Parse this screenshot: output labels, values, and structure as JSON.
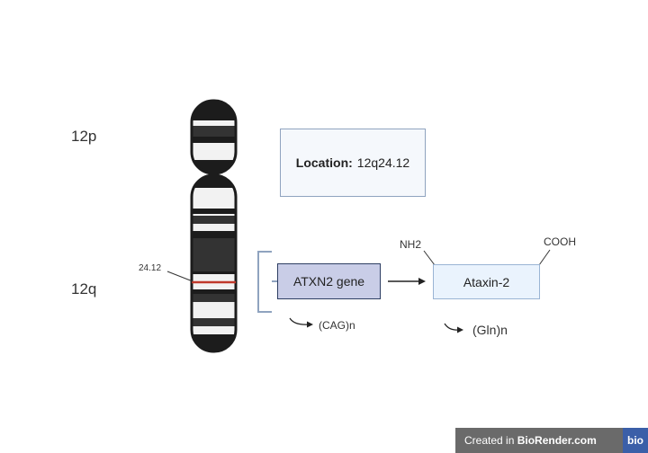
{
  "chromosome": {
    "arm_p_label": "12p",
    "arm_q_label": "12q",
    "band_label": "24.12",
    "highlight_color": "#c0392b"
  },
  "location": {
    "label": "Location:",
    "value": "12q24.12"
  },
  "gene": {
    "label": "ATXN2 gene",
    "repeat": "(CAG)n"
  },
  "protein": {
    "label": "Ataxin-2",
    "n_terminus": "NH2",
    "c_terminus": "COOH",
    "repeat": "(Gln)n"
  },
  "footer": {
    "prefix": "Created in",
    "brand": "BioRender.com",
    "logo_text": "bio"
  }
}
